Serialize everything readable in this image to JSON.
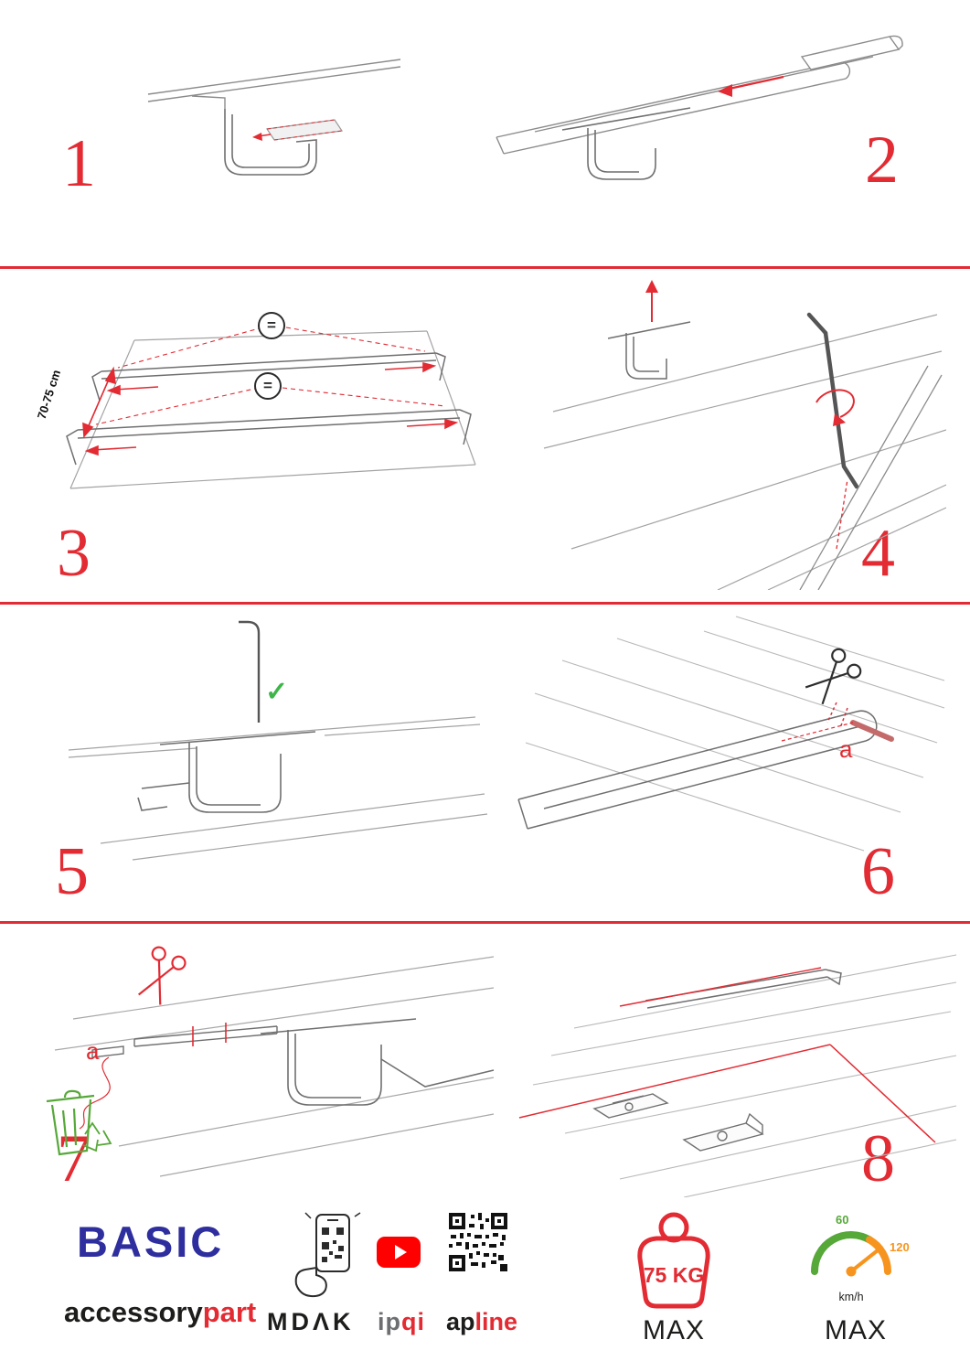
{
  "colors": {
    "accent_red": "#e22b33",
    "brand_blue": "#2e2e9f",
    "eco_green": "#56a839",
    "check_green": "#3db54a",
    "gauge_orange": "#f7941d",
    "ink": "#1d1d1b"
  },
  "steps": [
    {
      "number": "1"
    },
    {
      "number": "2"
    },
    {
      "number": "3"
    },
    {
      "number": "4"
    },
    {
      "number": "5"
    },
    {
      "number": "6"
    },
    {
      "number": "7"
    },
    {
      "number": "8"
    }
  ],
  "annotations": {
    "equal_top": "=",
    "equal_bottom": "=",
    "bar_distance": "70-75 cm",
    "step6_part_label": "a",
    "step7_part_label": "a",
    "check_mark": "✓"
  },
  "icons": [
    "scissors-icon",
    "trash-bin-icon",
    "recycle-icon",
    "allen-key-icon",
    "check-icon",
    "scan-phone-icon",
    "youtube-icon",
    "qr-code",
    "weight-icon",
    "speedometer-icon"
  ],
  "footer": {
    "brand_title": "BASIC",
    "brand_name_black": "accessory",
    "brand_name_red": "part",
    "scan_app_label": "MDΛK",
    "youtube_channel_black": "ip",
    "youtube_channel_red": "qi",
    "qr_site_black": "ap",
    "qr_site_red": "line",
    "max_load_value": "75 KG",
    "max_load_label": "MAX",
    "speed_tick_low": "60",
    "speed_tick_high": "120",
    "speed_unit": "km/h",
    "max_speed_label": "MAX"
  }
}
